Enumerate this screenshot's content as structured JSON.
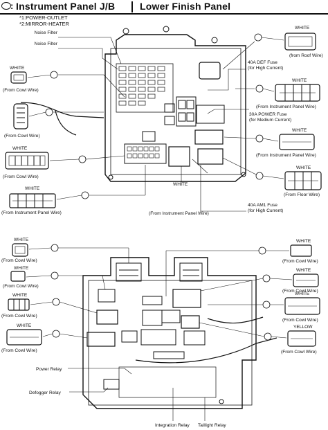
{
  "header": {
    "title": "Instrument Panel J/B",
    "subtitle": "Lower Finish Panel",
    "notes": [
      "*1:POWER-OUTLET",
      "*2:MIRROR-HEATER"
    ]
  },
  "top": {
    "labels": {
      "noise_filter_1": "Noise Filter",
      "noise_filter_2": "Noise Filter",
      "def_fuse": [
        "40A DEF Fuse",
        "(for High Current)"
      ],
      "power_fuse": [
        "30A POWER Fuse",
        "(for Medium Current)"
      ],
      "am1_fuse": [
        "40A AM1 Fuse",
        "(for High Current)"
      ],
      "from_ip_wire_bottom": "(From Instrument Panel Wire)"
    },
    "left": [
      {
        "color": "WHITE",
        "from": "(From Cowl Wire)"
      },
      {
        "color": "",
        "from": "(From Cowl Wire)"
      },
      {
        "color": "WHITE",
        "from": "(From Cowl Wire)"
      },
      {
        "color": "WHITE",
        "from": "(From Instrument Panel Wire)"
      }
    ],
    "right": [
      {
        "color": "WHITE",
        "from": "(from Roof Wire)"
      },
      {
        "color": "WHITE",
        "from": "(From Instrument Panel Wire)"
      },
      {
        "color": "WHITE",
        "from": "(From Instrument Panel Wire)"
      },
      {
        "color": "WHITE",
        "from": "(From Floor Wire)"
      }
    ],
    "center_white": "WHITE"
  },
  "bottom": {
    "left": [
      {
        "color": "WHITE",
        "from": "(From Cowl Wire)"
      },
      {
        "color": "WHITE",
        "from": "(From Cowl Wire)"
      },
      {
        "color": "WHITE",
        "from": "(From Cowl Wire)"
      },
      {
        "color": "WHITE",
        "from": "(From Cowl Wire)"
      }
    ],
    "right": [
      {
        "color": "WHITE",
        "from": "(From Cowl Wire)"
      },
      {
        "color": "WHITE",
        "from": "(From Cowl Wire)"
      },
      {
        "color": "WHITE",
        "from": "(From Cowl Wire)"
      },
      {
        "color": "YELLOW",
        "from": "(From Cowl Wire)"
      }
    ],
    "labels": {
      "power_relay": "Power Relay",
      "defogger_relay": "Defogger Relay",
      "integration_relay": "Integration Relay",
      "taillight_relay": "Taillight Relay"
    }
  }
}
